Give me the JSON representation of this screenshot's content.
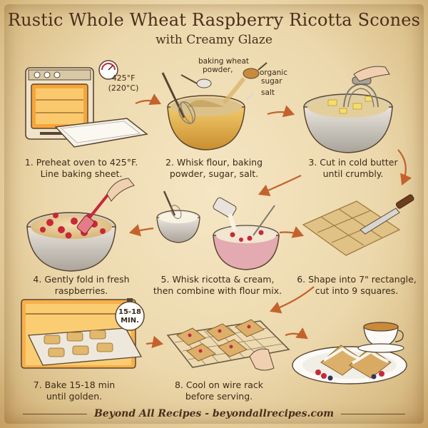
{
  "header": {
    "title": "Rustic Whole Wheat Raspberry Ricotta Scones",
    "subtitle": "with Creamy Glaze"
  },
  "steps": [
    {
      "line1": "1. Preheat oven to 425°F.",
      "line2": "Line baking sheet."
    },
    {
      "line1": "2. Whisk flour, baking",
      "line2": "powder, sugar, salt."
    },
    {
      "line1": "3. Cut in cold butter",
      "line2": "until crumbly."
    },
    {
      "line1": "4. Gently fold in fresh",
      "line2": "raspberries."
    },
    {
      "line1": "5. Whisk ricotta & cream,",
      "line2": "then combine with flour mix."
    },
    {
      "line1": "6. Shape into 7\" rectangle,",
      "line2": "cut into 9 squares."
    },
    {
      "line1": "7. Bake 15-18 min",
      "line2": "until golden."
    },
    {
      "line1": "8. Cool on wire rack",
      "line2": "before serving."
    }
  ],
  "labels": {
    "temp_f": "425°F",
    "temp_c": "(220°C)",
    "baking_line1": "baking wheat",
    "baking_line2": "powder,",
    "organic_line1": "organic",
    "organic_line2": "sugar",
    "salt": "salt",
    "timer_line1": "15-18",
    "timer_line2": "MIN."
  },
  "footer": {
    "text": "Beyond All Recipes - beyondallrecipes.com"
  },
  "colors": {
    "parchment": "#ecd8ac",
    "ink": "#3d2a18",
    "arrow": "#c4622d",
    "raspberry": "#c8283a",
    "dough": "#e8cf98",
    "bowl": "#d8d2c8"
  }
}
